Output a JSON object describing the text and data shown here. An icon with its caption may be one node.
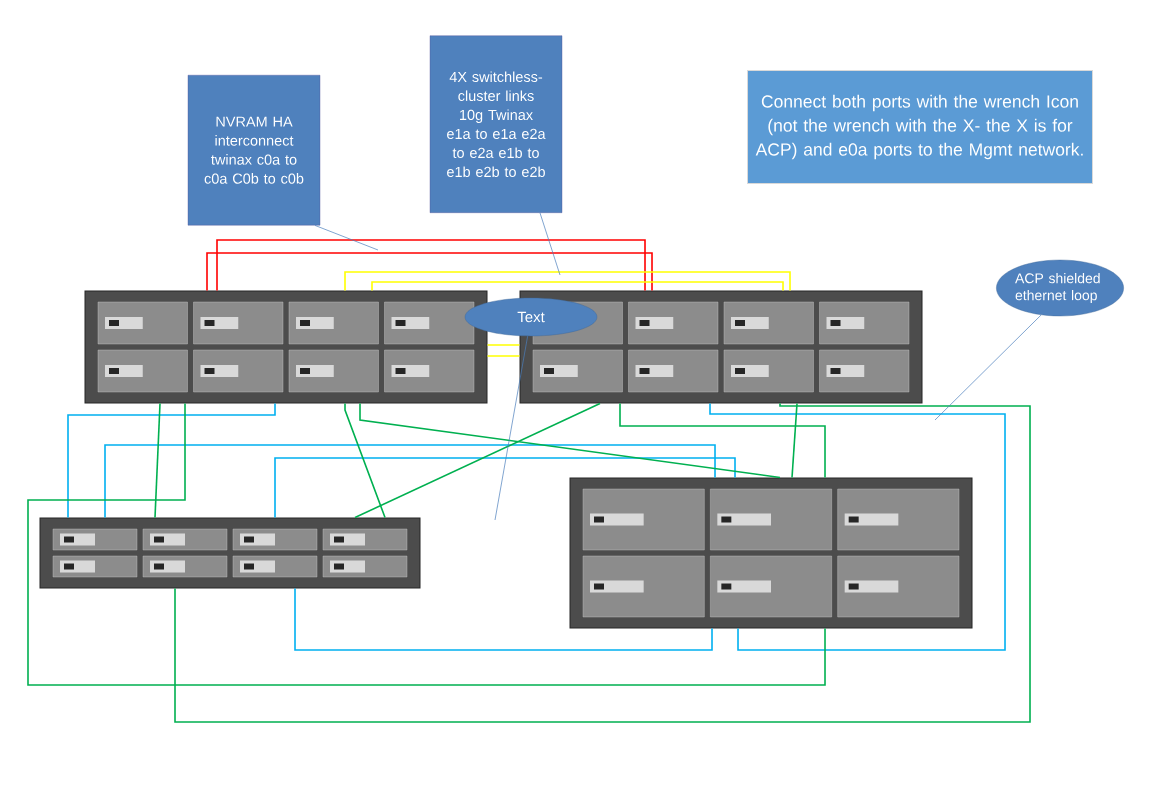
{
  "diagram": {
    "nodes": [
      {
        "text": [
          "NVRAM HA interconnect twinax c0a to c0a C0b to c0b"
        ]
      },
      {
        "text": [
          "4X switchless-cluster links 10g Twinax e1a to e1a e2a to e2a e1b to e1b e2b to e2b"
        ]
      },
      {
        "text": [
          "Connect both ports with the wrench Icon (not the wrench with the X- the X is for ACP) and e0a ports to the Mgmt network."
        ]
      },
      {
        "text": [
          "ACP shielded ethernet loop"
        ]
      },
      {
        "text": [
          "Text"
        ]
      },
      {
        "text": [],
        "shape": "picture"
      },
      {
        "text": [],
        "shape": "picture"
      },
      {
        "text": [],
        "shape": "picture"
      },
      {
        "text": [],
        "shape": "picture"
      }
    ],
    "edges": [
      {
        "from": 5,
        "to": 6,
        "arrow": "none",
        "color": "#ff0000"
      },
      {
        "from": 5,
        "to": 6,
        "arrow": "none",
        "color": "#ff0000"
      },
      {
        "from": 5,
        "to": 6,
        "arrow": "none",
        "color": "#ffff00"
      },
      {
        "from": 5,
        "to": 6,
        "arrow": "none",
        "color": "#ffff00"
      },
      {
        "from": 5,
        "to": 6,
        "arrow": "none",
        "color": "#ffff00"
      },
      {
        "from": 5,
        "to": 6,
        "arrow": "none",
        "color": "#ffff00"
      },
      {
        "from": 5,
        "to": 7,
        "arrow": "none",
        "color": "#00b0f0"
      },
      {
        "from": 7,
        "to": 8,
        "arrow": "none",
        "color": "#00b0f0"
      },
      {
        "from": 7,
        "to": 8,
        "arrow": "none",
        "color": "#00b0f0"
      },
      {
        "from": 6,
        "to": 8,
        "arrow": "none",
        "color": "#00b0f0"
      },
      {
        "from": 7,
        "to": 8,
        "arrow": "none",
        "color": "#00b0f0"
      },
      {
        "from": 5,
        "to": 7,
        "arrow": "none",
        "color": "#00b050"
      },
      {
        "from": 5,
        "to": 8,
        "arrow": "none",
        "color": "#00b050"
      },
      {
        "from": 5,
        "to": 7,
        "arrow": "none",
        "color": "#00b050"
      },
      {
        "from": 5,
        "to": 8,
        "arrow": "none",
        "color": "#00b050"
      },
      {
        "from": 6,
        "to": 7,
        "arrow": "none",
        "color": "#00b050"
      },
      {
        "from": 6,
        "to": 8,
        "arrow": "none",
        "color": "#00b050"
      },
      {
        "from": 6,
        "to": 7,
        "arrow": "none",
        "color": "#00b050"
      },
      {
        "from": 6,
        "to": 8,
        "arrow": "none",
        "color": "#00b050"
      },
      {
        "from": 0,
        "to": null,
        "arrow": "none",
        "color": "#4a7ebb"
      },
      {
        "from": 1,
        "to": null,
        "arrow": "none",
        "color": "#4a7ebb"
      },
      {
        "from": 3,
        "to": null,
        "arrow": "none",
        "color": "#4a7ebb"
      },
      {
        "from": 4,
        "to": null,
        "arrow": "none",
        "color": "#4a7ebb"
      }
    ]
  }
}
